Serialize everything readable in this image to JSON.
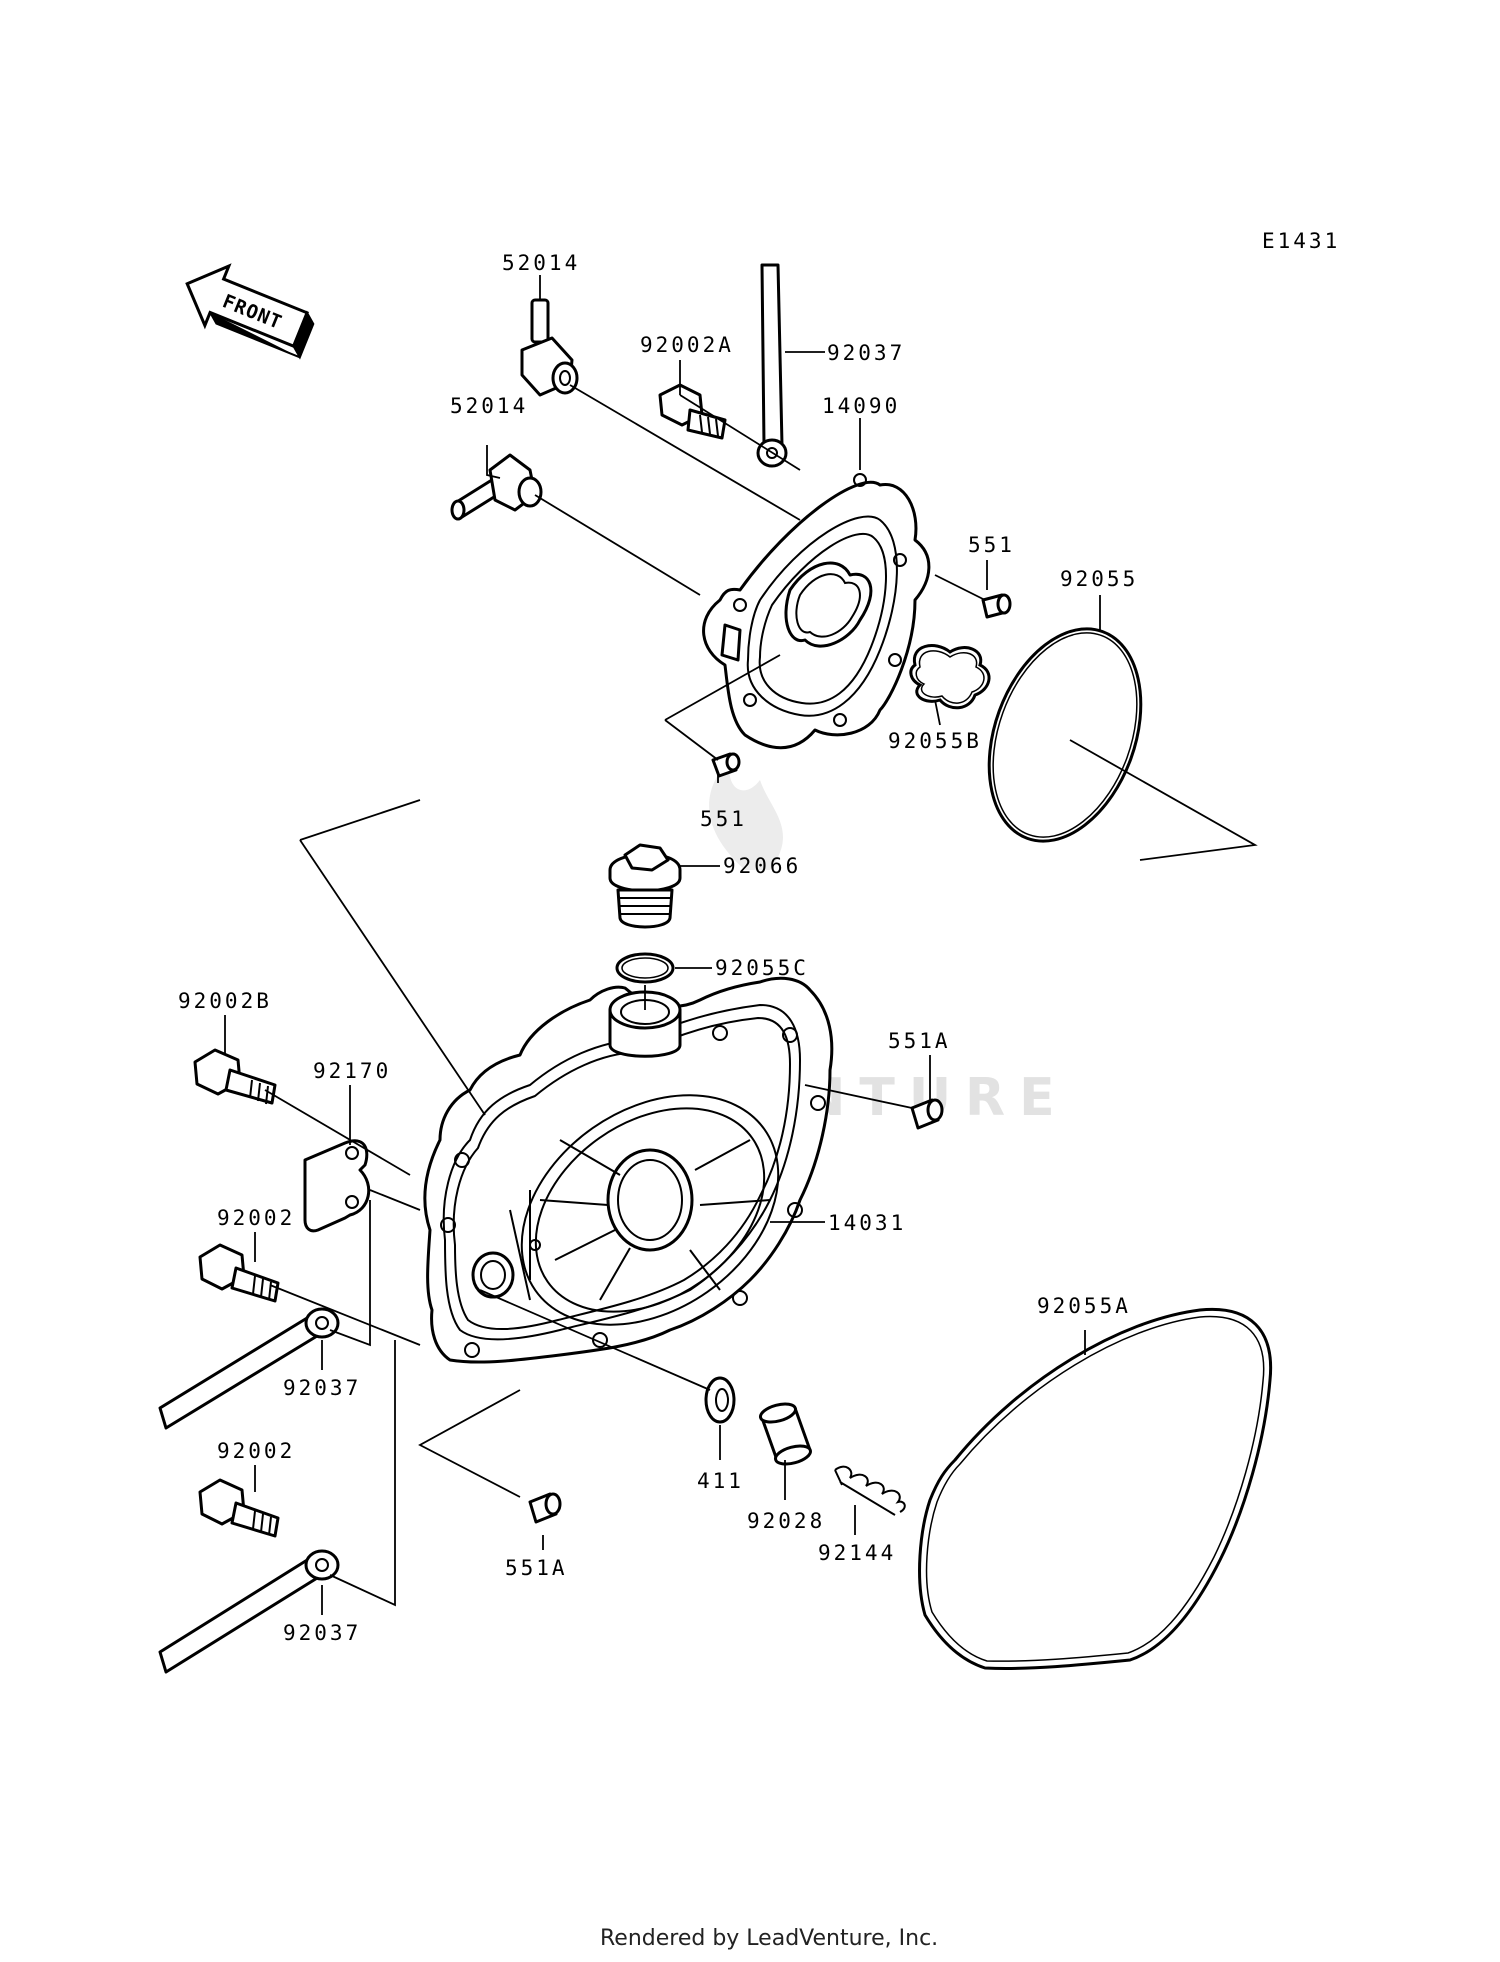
{
  "diagram_code": "E1431",
  "front_label": "FRONT",
  "watermark": "LEADVENTURE",
  "footer": "Rendered by LeadVenture, Inc.",
  "labels": {
    "p52014_top": "52014",
    "p52014_mid": "52014",
    "p92002A": "92002A",
    "p92037_top": "92037",
    "p14090": "14090",
    "p551_right": "551",
    "p92055": "92055",
    "p92055B": "92055B",
    "p551_lower": "551",
    "p92066": "92066",
    "p92055C": "92055C",
    "p92002B": "92002B",
    "p92170": "92170",
    "p551A_right": "551A",
    "p14031": "14031",
    "p92002_a": "92002",
    "p92055A": "92055A",
    "p92037_mid": "92037",
    "p92002_b": "92002",
    "p411": "411",
    "p92028": "92028",
    "p92144": "92144",
    "p551A_lower": "551A",
    "p92037_bot": "92037"
  }
}
